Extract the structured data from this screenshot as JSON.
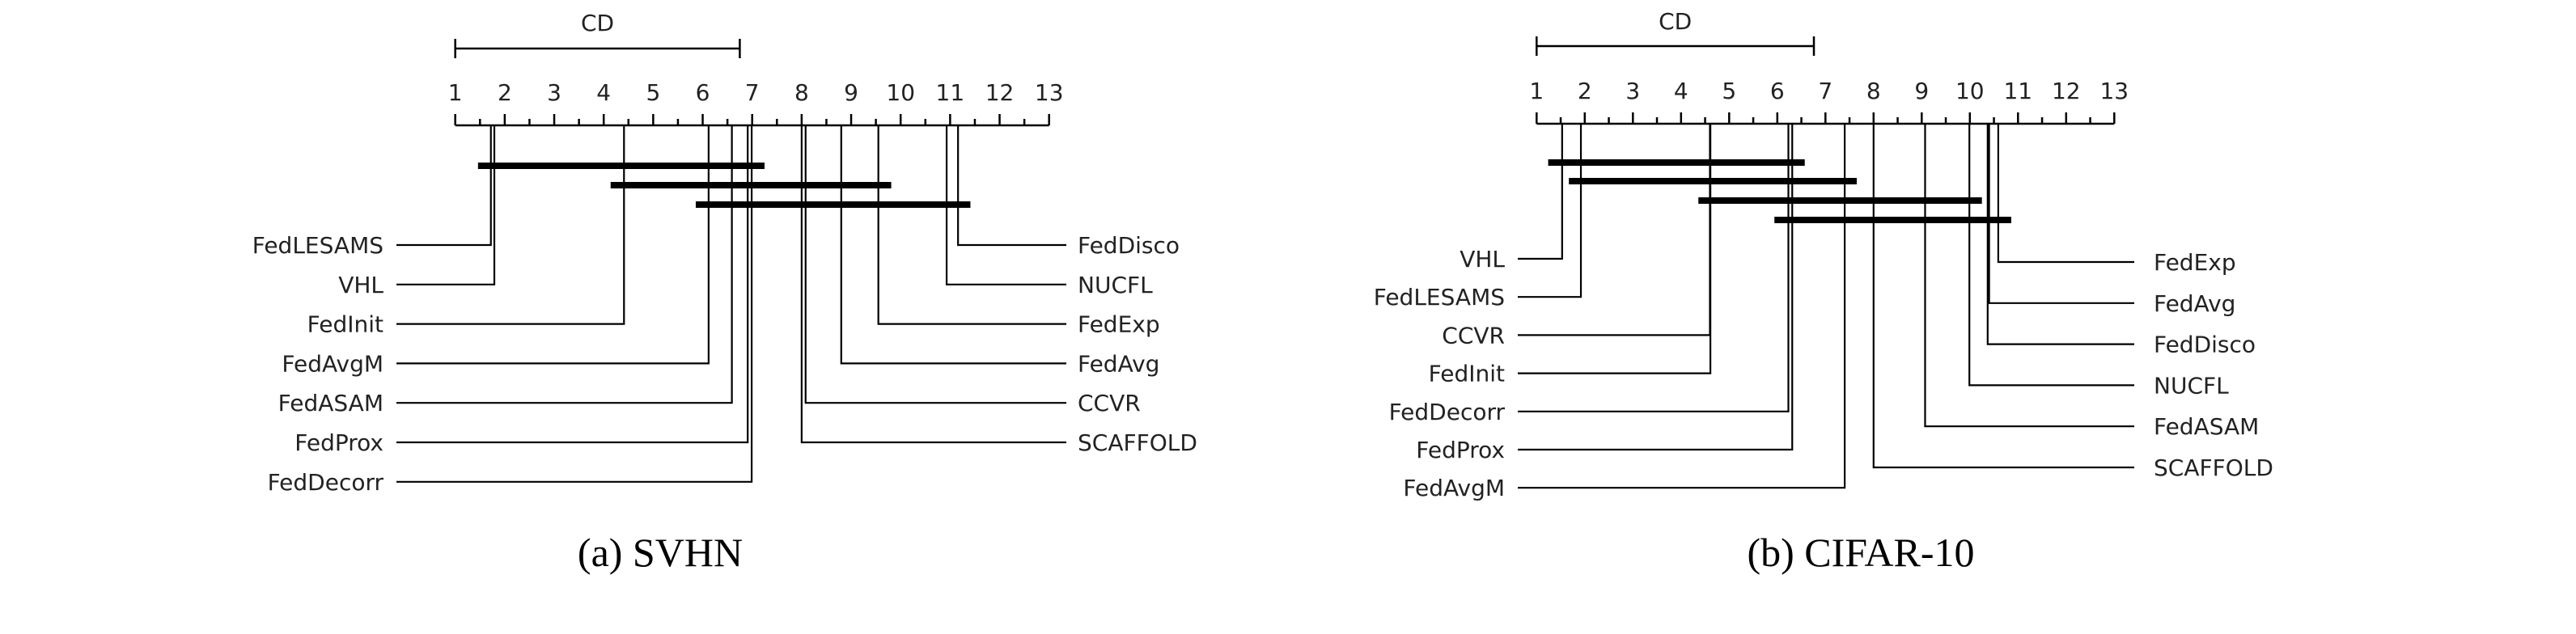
{
  "figure": {
    "captions": [
      "(a) SVHN",
      "(b) CIFAR-10"
    ]
  },
  "chart_data": [
    {
      "type": "critical-difference",
      "title": "(a) SVHN",
      "cd_label": "CD",
      "cd_value": 5.75,
      "axis": {
        "min": 1,
        "max": 13,
        "tick_labels": [
          "1",
          "2",
          "3",
          "4",
          "5",
          "6",
          "7",
          "8",
          "9",
          "10",
          "11",
          "12",
          "13"
        ],
        "minor_ticks": true,
        "direction": "lower rank = better (left)"
      },
      "left_methods": [
        {
          "name": "FedLESAMS",
          "rank": 1.72
        },
        {
          "name": "VHL",
          "rank": 1.79
        },
        {
          "name": "FedInit",
          "rank": 4.41
        },
        {
          "name": "FedAvgM",
          "rank": 6.12
        },
        {
          "name": "FedASAM",
          "rank": 6.59
        },
        {
          "name": "FedProx",
          "rank": 6.91
        },
        {
          "name": "FedDecorr",
          "rank": 6.99
        }
      ],
      "right_methods": [
        {
          "name": "FedDisco",
          "rank": 11.16
        },
        {
          "name": "NUCFL",
          "rank": 10.93
        },
        {
          "name": "FedExp",
          "rank": 9.55
        },
        {
          "name": "FedAvg",
          "rank": 8.8
        },
        {
          "name": "CCVR",
          "rank": 8.08
        },
        {
          "name": "SCAFFOLD",
          "rank": 8.0
        }
      ],
      "cliques": [
        {
          "from": 1.46,
          "to": 7.25
        },
        {
          "from": 4.14,
          "to": 9.81
        },
        {
          "from": 5.86,
          "to": 11.41
        }
      ]
    },
    {
      "type": "critical-difference",
      "title": "(b) CIFAR-10",
      "cd_label": "CD",
      "cd_value": 5.76,
      "axis": {
        "min": 1,
        "max": 13,
        "tick_labels": [
          "1",
          "2",
          "3",
          "4",
          "5",
          "6",
          "7",
          "8",
          "9",
          "10",
          "11",
          "12",
          "13"
        ],
        "minor_ticks": true,
        "direction": "lower rank = better (left)"
      },
      "left_methods": [
        {
          "name": "VHL",
          "rank": 1.53
        },
        {
          "name": "FedLESAMS",
          "rank": 1.92
        },
        {
          "name": "CCVR",
          "rank": 4.6
        },
        {
          "name": "FedInit",
          "rank": 4.61
        },
        {
          "name": "FedDecorr",
          "rank": 6.23
        },
        {
          "name": "FedProx",
          "rank": 6.31
        },
        {
          "name": "FedAvgM",
          "rank": 7.4
        }
      ],
      "right_methods": [
        {
          "name": "FedExp",
          "rank": 10.59
        },
        {
          "name": "FedAvg",
          "rank": 10.4
        },
        {
          "name": "FedDisco",
          "rank": 10.37
        },
        {
          "name": "NUCFL",
          "rank": 9.99
        },
        {
          "name": "FedASAM",
          "rank": 9.07
        },
        {
          "name": "SCAFFOLD",
          "rank": 8.0
        }
      ],
      "cliques": [
        {
          "from": 1.24,
          "to": 6.57
        },
        {
          "from": 1.67,
          "to": 7.65
        },
        {
          "from": 4.36,
          "to": 10.25
        },
        {
          "from": 5.94,
          "to": 10.86
        }
      ]
    }
  ]
}
